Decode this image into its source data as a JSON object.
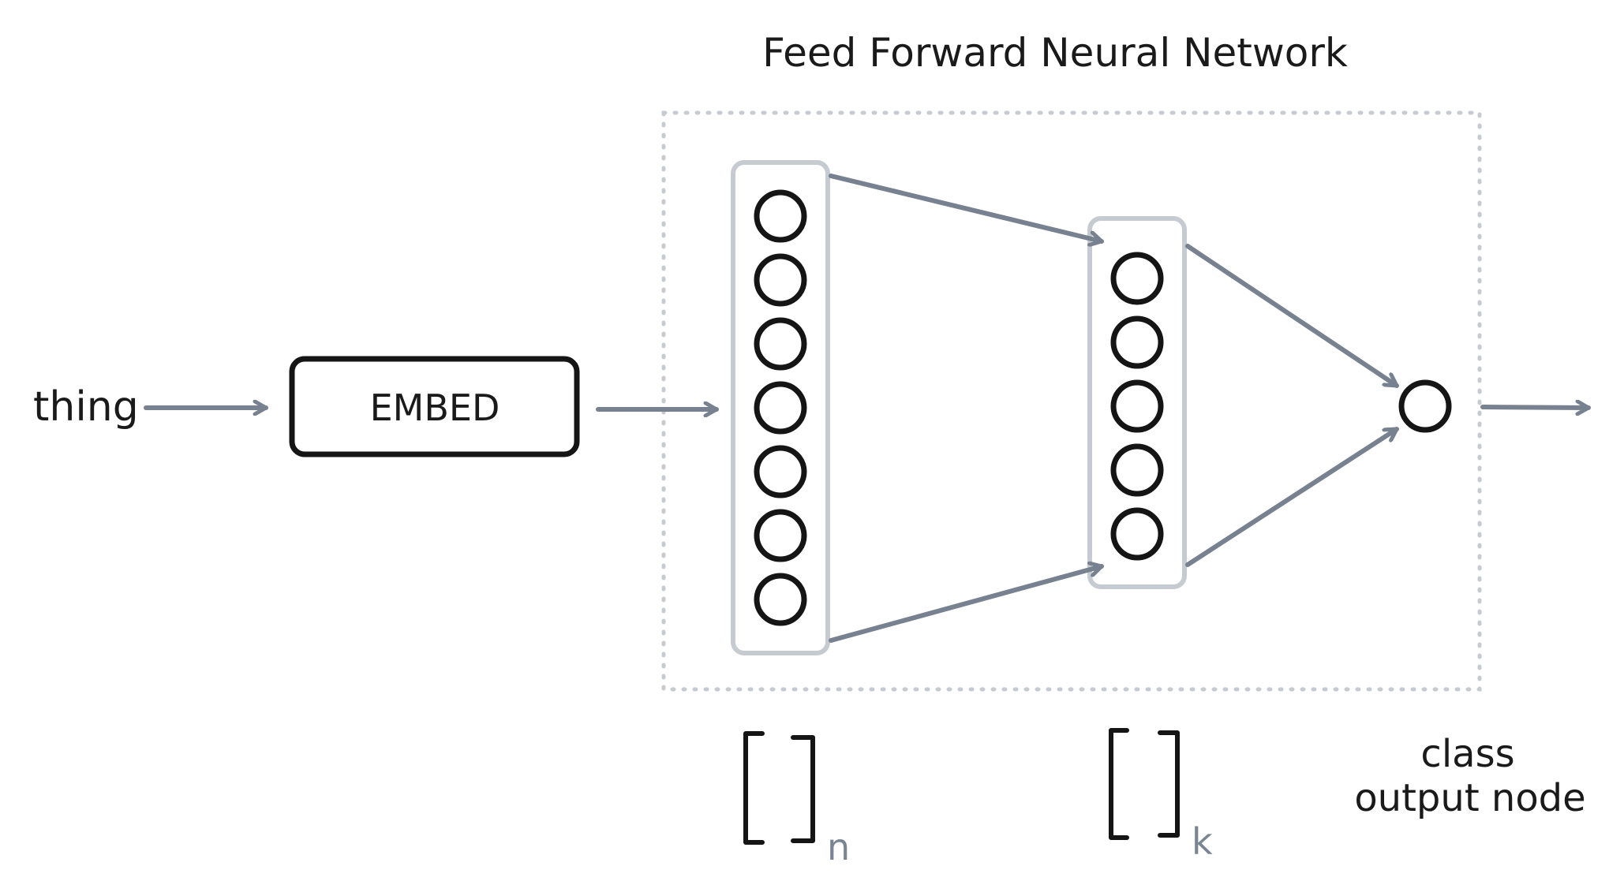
{
  "title": "Feed Forward Neural Network",
  "input_label": "thing",
  "embed_label": "EMBED",
  "layer1": {
    "node_count": 7,
    "subscript": "n"
  },
  "layer2": {
    "node_count": 5,
    "subscript": "k"
  },
  "output": {
    "label_line1": "class",
    "label_line2": "output node"
  },
  "colors": {
    "arrow": "#77818f",
    "layer_border": "#c6cad1",
    "dotted_border": "#c6cad1",
    "node": "#151515",
    "text": "#1a1a1a",
    "subscript": "#7a8594"
  }
}
